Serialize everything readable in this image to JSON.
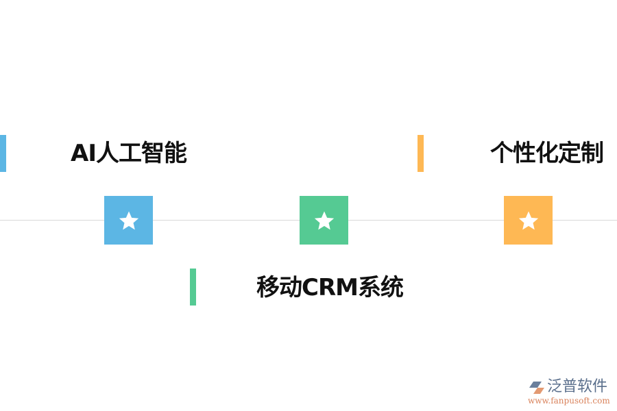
{
  "timeline": {
    "items": [
      {
        "label": "AI人工智能",
        "color": "#5cb6e4",
        "position": "top"
      },
      {
        "label": "移动CRM系统",
        "color": "#55ca93",
        "position": "bottom"
      },
      {
        "label": "个性化定制",
        "color": "#feb854",
        "position": "top"
      }
    ],
    "node_icon": "star-icon",
    "axis_color": "#d9d9d9"
  },
  "watermark": {
    "brand": "泛普软件",
    "url": "www.fanpusoft.com"
  }
}
